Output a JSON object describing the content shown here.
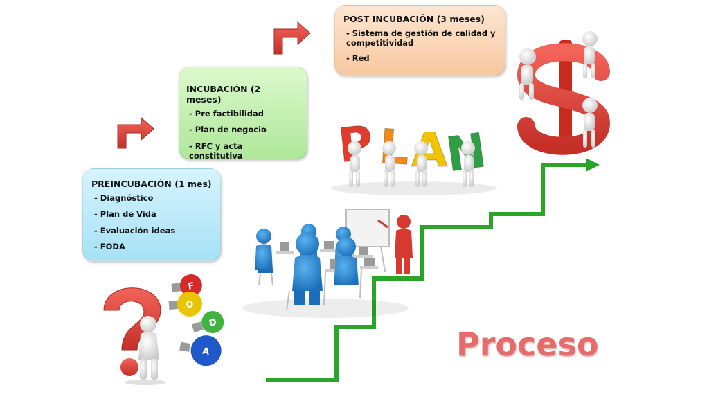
{
  "stages": [
    {
      "title": "PREINCUBACIÓN  (1 mes)",
      "items": [
        "Diagnóstico",
        "Plan de Vida",
        "Evaluación ideas",
        "FODA"
      ]
    },
    {
      "title": "INCUBACIÓN (2 meses)",
      "items": [
        "Pre factibilidad",
        "Plan de negocio",
        "RFC y acta constitutiva"
      ]
    },
    {
      "title": "POST INCUBACIÓN (3 meses)",
      "items": [
        "Sistema de gestión de calidad y competitividad",
        "Red"
      ]
    }
  ],
  "plan_letters": [
    "P",
    "L",
    "A",
    "N"
  ],
  "bulb_letters": [
    "F",
    "O",
    "D",
    "A"
  ],
  "proceso_label": "Proceso",
  "colors": {
    "preincubacion_box": "#b9e9fa",
    "incubacion_box": "#c3f0b0",
    "post_incubacion_box": "#fbd6b6",
    "arrow_red": "#d9534f",
    "stairs_green": "#2aa52a",
    "proceso_text": "#e86b6b",
    "dollar_red": "#e23b2e"
  },
  "icons": [
    "question-mark-figure-icon",
    "lightbulbs-icon",
    "classroom-icon",
    "plan-letters-figures-icon",
    "dollar-sign-figures-icon",
    "step-arrow-icon"
  ]
}
